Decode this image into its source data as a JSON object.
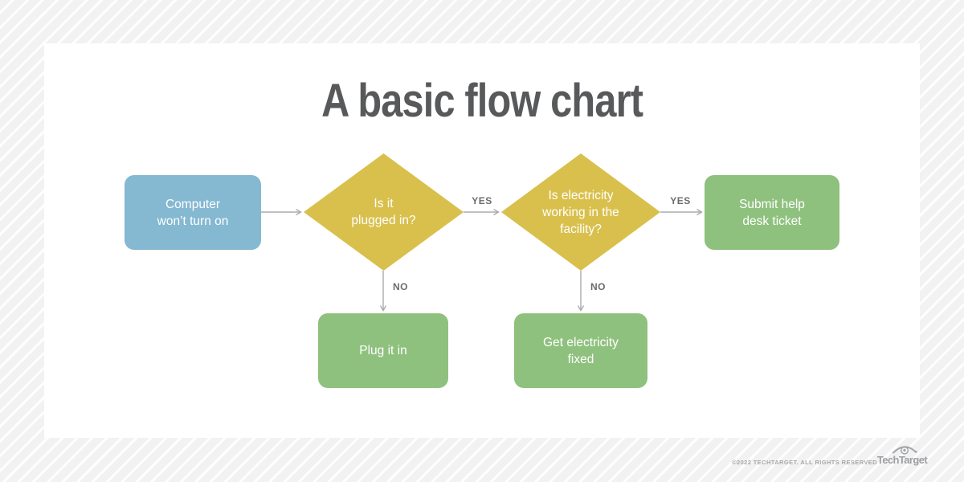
{
  "title": "A basic flow chart",
  "flowchart": {
    "nodes": {
      "start": {
        "label": "Computer\nwon’t turn on",
        "type": "process",
        "fill": "#85b8d1"
      },
      "decision1": {
        "label": "Is it\nplugged in?",
        "type": "decision",
        "fill": "#d9c04d"
      },
      "decision2": {
        "label": "Is electricity\nworking in the\nfacility?",
        "type": "decision",
        "fill": "#d9c04d"
      },
      "ticket": {
        "label": "Submit help\ndesk ticket",
        "type": "process",
        "fill": "#8fc17e"
      },
      "plug": {
        "label": "Plug it in",
        "type": "process",
        "fill": "#8fc17e"
      },
      "fix": {
        "label": "Get electricity\nfixed",
        "type": "process",
        "fill": "#8fc17e"
      }
    },
    "edges": {
      "start_to_decision1": {
        "from": "start",
        "to": "decision1",
        "label": ""
      },
      "decision1_to_decision2": {
        "from": "decision1",
        "to": "decision2",
        "label": "YES"
      },
      "decision1_to_plug": {
        "from": "decision1",
        "to": "plug",
        "label": "NO"
      },
      "decision2_to_ticket": {
        "from": "decision2",
        "to": "ticket",
        "label": "YES"
      },
      "decision2_to_fix": {
        "from": "decision2",
        "to": "fix",
        "label": "NO"
      }
    }
  },
  "footer": {
    "copyright": "©2022 TECHTARGET. ALL RIGHTS RESERVED",
    "logo_text": "TechTarget"
  },
  "colors": {
    "page_background": "#f2f2f3",
    "card_background": "#ffffff",
    "title_text": "#58595b",
    "process_start": "#85b8d1",
    "decision": "#d9c04d",
    "process_action": "#8fc17e",
    "node_text": "#ffffff",
    "arrow": "#a9abae",
    "edge_label_text": "#6a6c6f",
    "footer_text": "#a6a8ab"
  }
}
